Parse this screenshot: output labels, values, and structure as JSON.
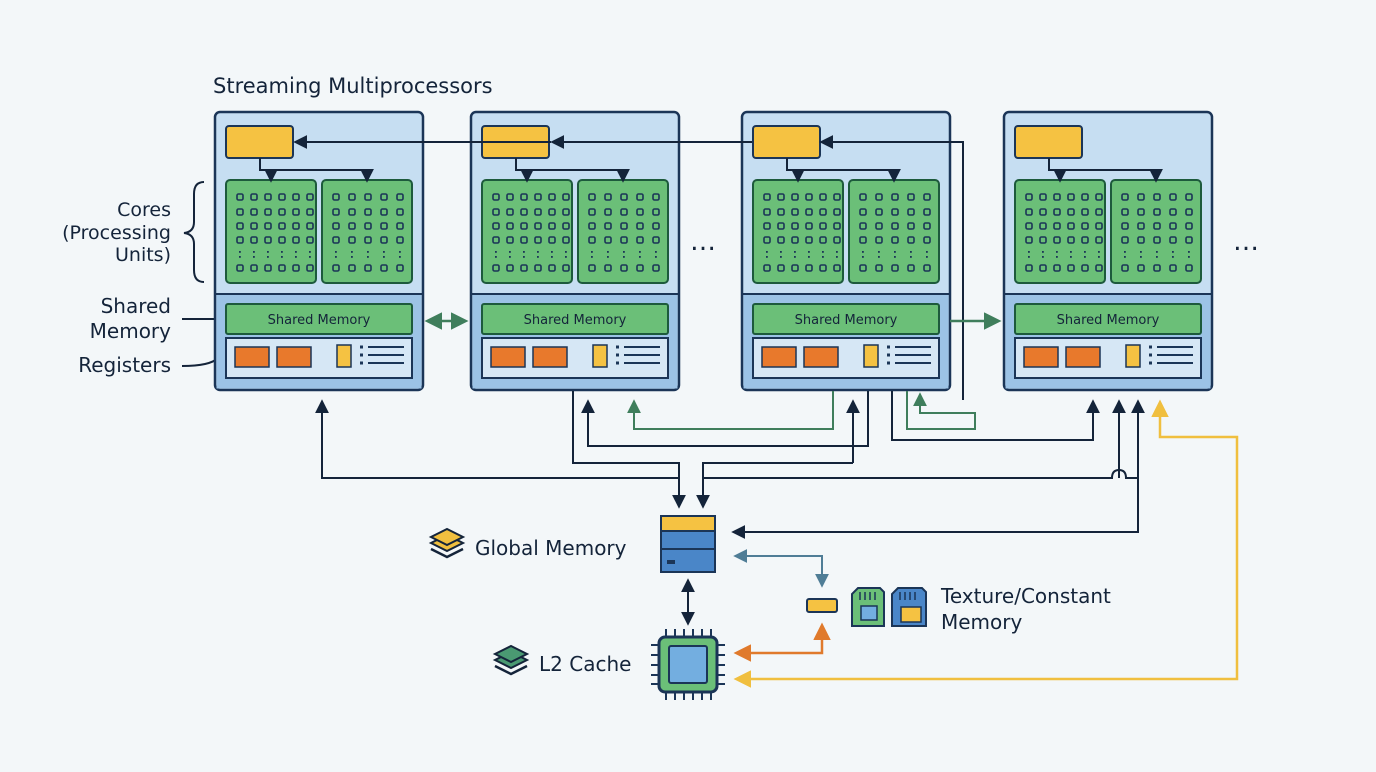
{
  "title": "Streaming Multiprocessors",
  "labels": {
    "cores": [
      "Cores",
      "(Processing",
      "Units)"
    ],
    "shared": [
      "Shared",
      "Memory"
    ],
    "registers": "Registers"
  },
  "sm_units": [
    {
      "shared_memory": "Shared Memory"
    },
    {
      "shared_memory": "Shared Memory"
    },
    {
      "shared_memory": "Shared Memory"
    },
    {
      "shared_memory": "Shared Memory"
    }
  ],
  "ellipsis": "…",
  "memory": {
    "global": "Global Memory",
    "l2": "L2 Cache",
    "texture": [
      "Texture/Constant",
      "Memory"
    ]
  },
  "colors": {
    "background": "#f3f7f9",
    "sm_fill": "#c6def2",
    "sm_lower": "#9cc3e6",
    "sm_border": "#1b3557",
    "core_fill": "#6bbf78",
    "core_border": "#1d5a3c",
    "scheduler": "#f5c242",
    "register_orange": "#e8792c",
    "navy": "#14243a",
    "green_arrow": "#3f7e5c",
    "teal_arrow": "#4f7d96",
    "orange_arrow": "#e07a2c",
    "yellow_arrow": "#f0bf3f"
  }
}
